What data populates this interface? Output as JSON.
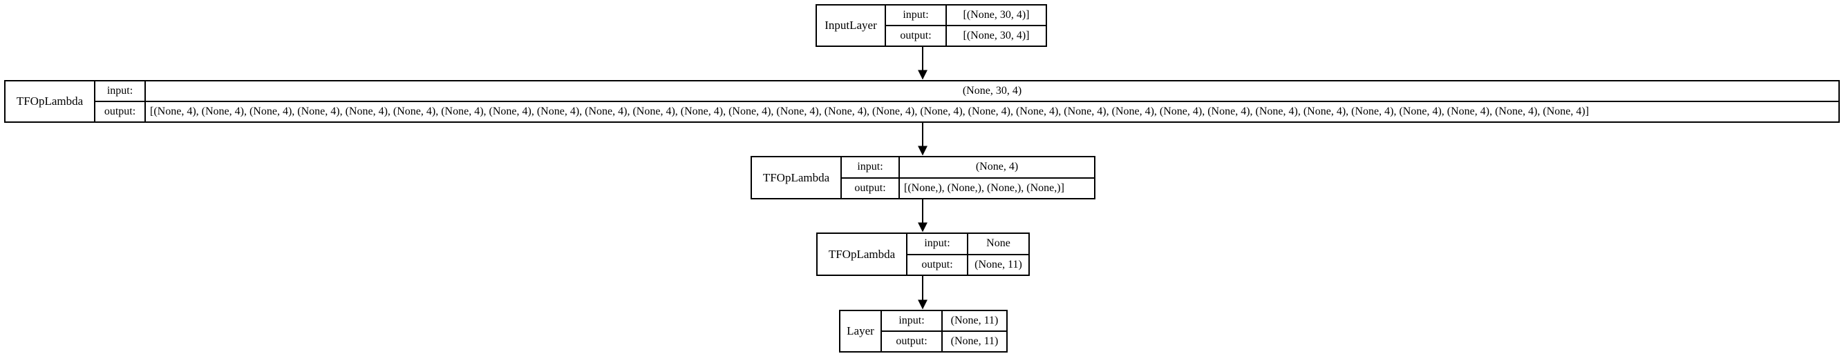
{
  "nodes": [
    {
      "name": "InputLayer",
      "input_label": "input:",
      "output_label": "output:",
      "input": "[(None, 30, 4)]",
      "output": "[(None, 30, 4)]"
    },
    {
      "name": "TFOpLambda",
      "input_label": "input:",
      "output_label": "output:",
      "input": "(None, 30, 4)",
      "output": "[(None, 4), (None, 4), (None, 4), (None, 4), (None, 4), (None, 4), (None, 4), (None, 4), (None, 4), (None, 4), (None, 4), (None, 4), (None, 4), (None, 4), (None, 4), (None, 4), (None, 4), (None, 4), (None, 4), (None, 4), (None, 4), (None, 4), (None, 4), (None, 4), (None, 4), (None, 4), (None, 4), (None, 4), (None, 4), (None, 4)]"
    },
    {
      "name": "TFOpLambda",
      "input_label": "input:",
      "output_label": "output:",
      "input": "(None, 4)",
      "output": "[(None,), (None,), (None,), (None,)]"
    },
    {
      "name": "TFOpLambda",
      "input_label": "input:",
      "output_label": "output:",
      "input": "None",
      "output": "(None, 11)"
    },
    {
      "name": "Layer",
      "input_label": "input:",
      "output_label": "output:",
      "input": "(None, 11)",
      "output": "(None, 11)"
    }
  ]
}
